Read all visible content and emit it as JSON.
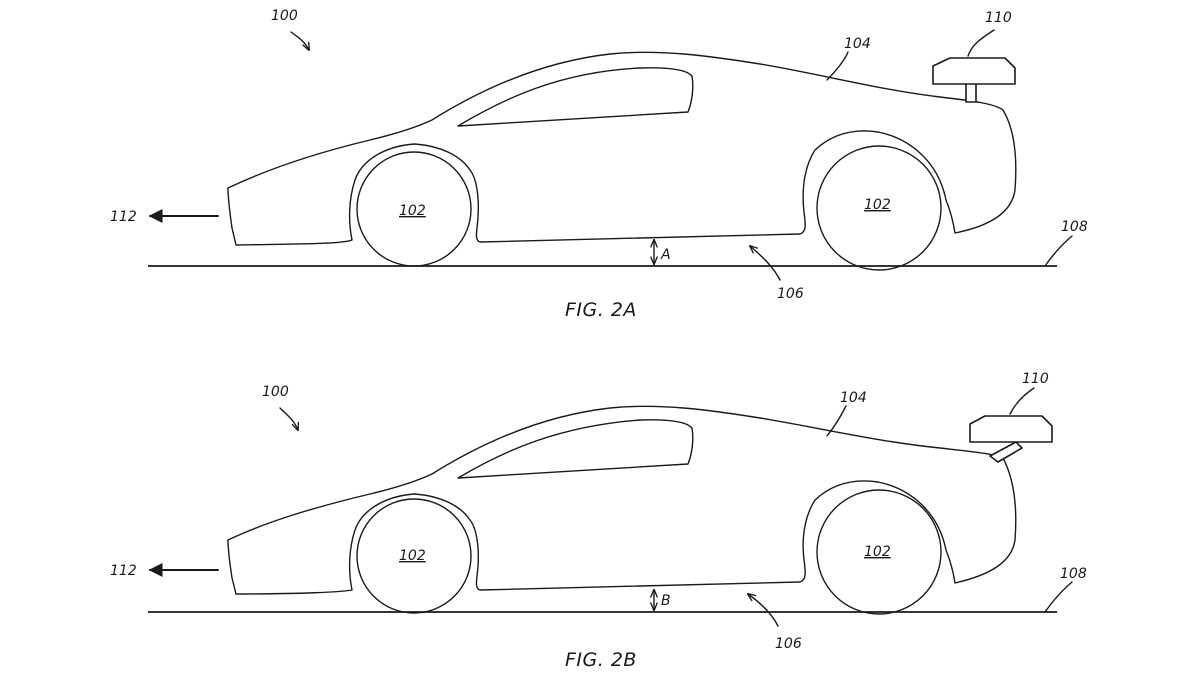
{
  "figures": [
    {
      "caption": "FIG. 2A",
      "labels": {
        "system": "100",
        "wheel_front": "102",
        "wheel_rear": "102",
        "body": "104",
        "underbody": "106",
        "ground": "108",
        "wing": "110",
        "direction": "112",
        "clearance": "A"
      }
    },
    {
      "caption": "FIG. 2B",
      "labels": {
        "system": "100",
        "wheel_front": "102",
        "wheel_rear": "102",
        "body": "104",
        "underbody": "106",
        "ground": "108",
        "wing": "110",
        "direction": "112",
        "clearance": "B"
      }
    }
  ]
}
